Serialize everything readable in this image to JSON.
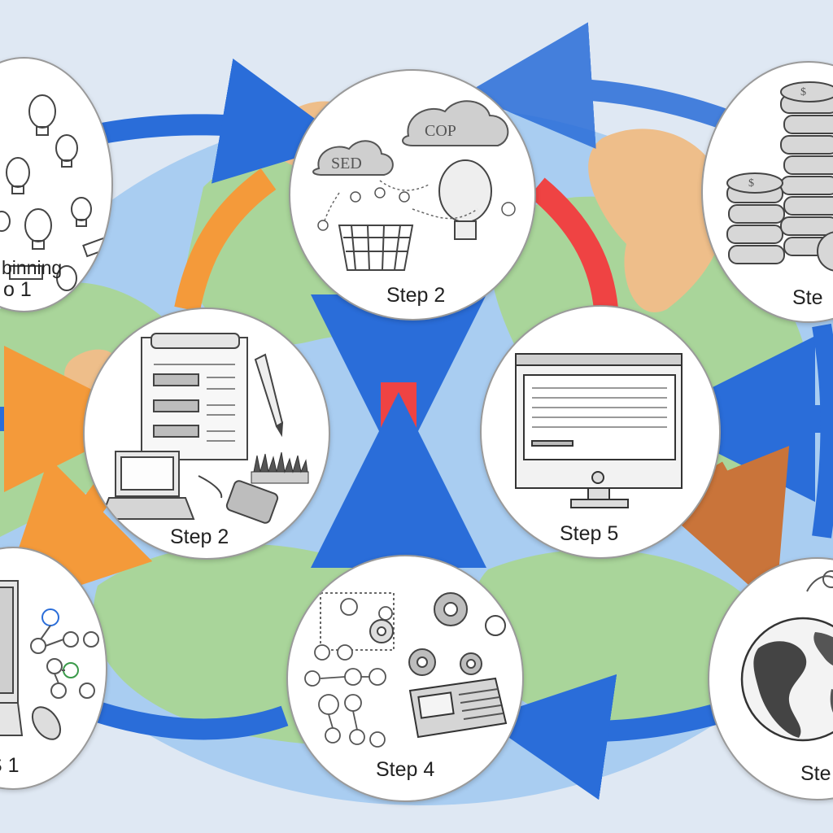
{
  "colors": {
    "background": "#dfe8f3",
    "land": "#a9d59a",
    "water": "#a9cdf1",
    "sand": "#eebe8a",
    "blue_arrow": "#2a6dd9",
    "orange_arrow": "#f49a3a",
    "red_arrow": "#ef4343",
    "brown_arrow": "#c9743a"
  },
  "nodes": {
    "brainstorming": {
      "label_line1": "binning",
      "label_line2": "o 1",
      "icons": [
        "lightbulb-icon",
        "sign-icon"
      ]
    },
    "step2_top": {
      "label": "Step 2",
      "cloud_left": "SED",
      "cloud_right": "COP",
      "icons": [
        "cloud-icon",
        "lightbulb-icon",
        "basket-icon"
      ]
    },
    "step3_coins": {
      "label": "Ste",
      "icons": [
        "coin-stack-icon"
      ]
    },
    "step2_mid": {
      "label": "Step 2",
      "icons": [
        "document-icon",
        "pen-icon",
        "laptop-icon",
        "phone-icon"
      ]
    },
    "step5": {
      "label": "Step 5",
      "icons": [
        "monitor-icon"
      ]
    },
    "step1_bottom": {
      "label": "S 1",
      "icons": [
        "laptop-icon",
        "mouse-icon"
      ]
    },
    "step4": {
      "label": "Step 4",
      "icons": [
        "gear-icon",
        "calculator-icon",
        "network-icon"
      ]
    },
    "step_globe": {
      "label": "Ste",
      "icons": [
        "globe-icon"
      ]
    }
  }
}
